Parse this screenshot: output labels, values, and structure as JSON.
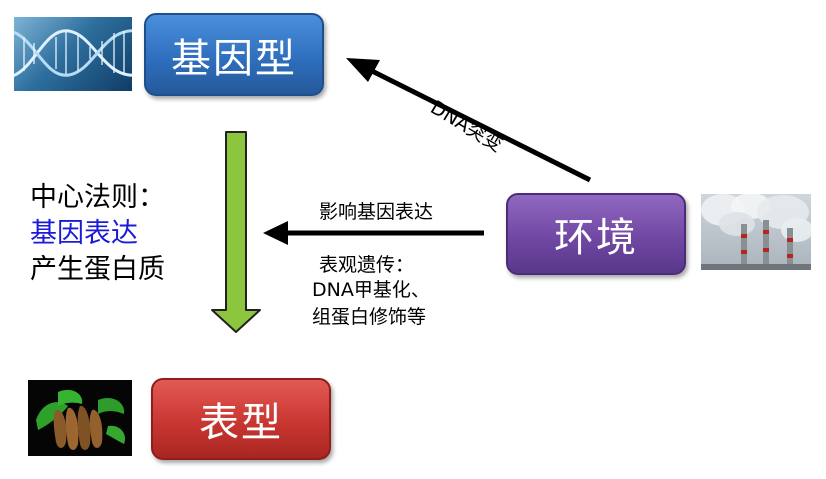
{
  "nodes": {
    "genotype": "基因型",
    "phenotype": "表型",
    "environment": "环境"
  },
  "central_dogma": {
    "label": "中心法则：",
    "expression": "基因表达",
    "product": "产生蛋白质"
  },
  "edges": {
    "mutation": "DNA突变",
    "influence": "影响基因表达",
    "epigenetics": [
      "表观遗传：",
      "DNA甲基化、",
      "组蛋白修饰等"
    ]
  },
  "colors": {
    "genotype_box": "#2f6fbe",
    "phenotype_box": "#c93631",
    "environment_box": "#7048a3",
    "expression_text": "#1a1ad8",
    "down_arrow": "#8cc63f",
    "arrow_black": "#000000"
  },
  "icons": {
    "genotype_image": "dna-helix-icon",
    "phenotype_image": "peppers-icon",
    "environment_image": "smokestacks-icon"
  }
}
